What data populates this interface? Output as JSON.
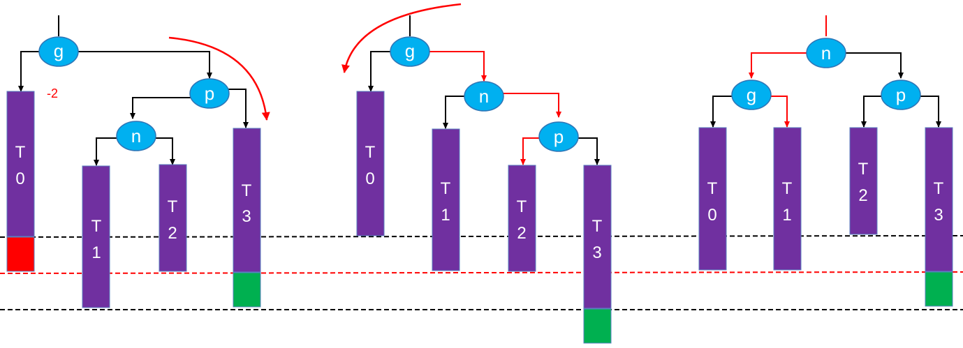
{
  "colors": {
    "subtree": "#7030a0",
    "subtree_border": "#5a7fbf",
    "node": "#00b0f0",
    "node_border": "#2e75b6",
    "edge": "#000000",
    "highlight": "#ff0000",
    "removed_block": "#ff0000",
    "added_block": "#00b050"
  },
  "panels": [
    {
      "nodes": [
        {
          "id": "g",
          "label": "g"
        },
        {
          "id": "p",
          "label": "p"
        },
        {
          "id": "n",
          "label": "n"
        }
      ],
      "subtrees": [
        {
          "id": "T0",
          "line1": "T",
          "line2": "0"
        },
        {
          "id": "T1",
          "line1": "T",
          "line2": "1"
        },
        {
          "id": "T2",
          "line1": "T",
          "line2": "2"
        },
        {
          "id": "T3",
          "line1": "T",
          "line2": "3"
        }
      ],
      "balance_factor": "-2",
      "rotation_arrow": "clockwise"
    },
    {
      "nodes": [
        {
          "id": "g",
          "label": "g"
        },
        {
          "id": "n",
          "label": "n"
        },
        {
          "id": "p",
          "label": "p"
        }
      ],
      "subtrees": [
        {
          "id": "T0",
          "line1": "T",
          "line2": "0"
        },
        {
          "id": "T1",
          "line1": "T",
          "line2": "1"
        },
        {
          "id": "T2",
          "line1": "T",
          "line2": "2"
        },
        {
          "id": "T3",
          "line1": "T",
          "line2": "3"
        }
      ],
      "rotation_arrow": "counter-clockwise"
    },
    {
      "nodes": [
        {
          "id": "n",
          "label": "n"
        },
        {
          "id": "g",
          "label": "g"
        },
        {
          "id": "p",
          "label": "p"
        }
      ],
      "subtrees": [
        {
          "id": "T0",
          "line1": "T",
          "line2": "0"
        },
        {
          "id": "T1",
          "line1": "T",
          "line2": "1"
        },
        {
          "id": "T2",
          "line1": "T",
          "line2": "2"
        },
        {
          "id": "T3",
          "line1": "T",
          "line2": "3"
        }
      ]
    }
  ]
}
